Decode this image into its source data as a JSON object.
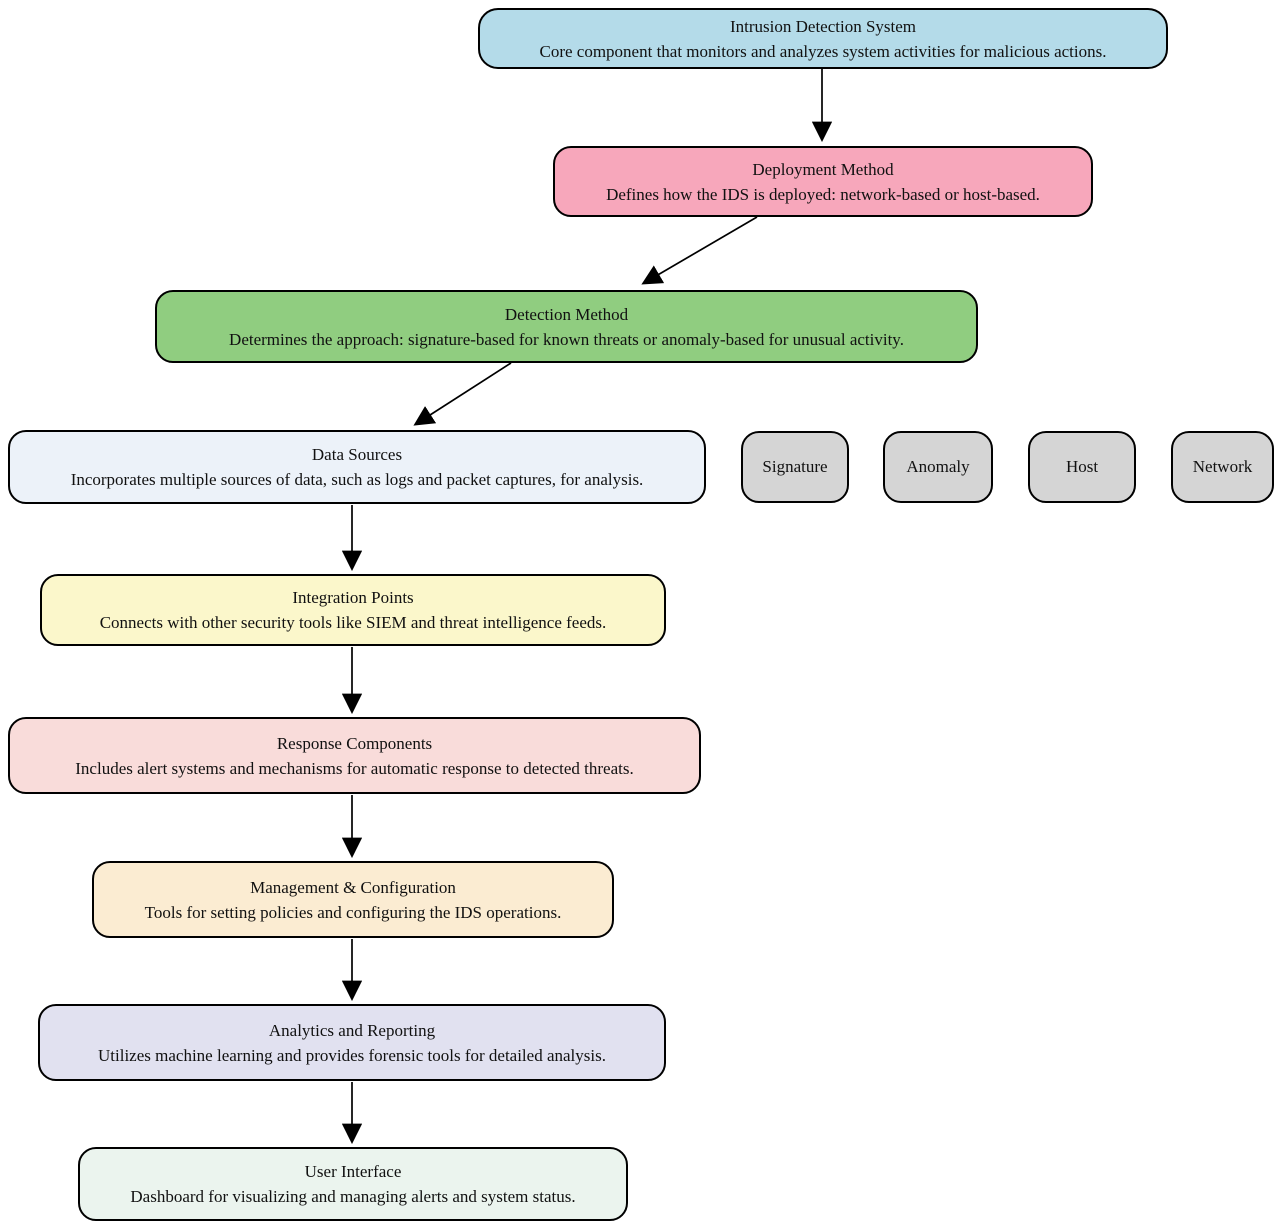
{
  "diagram": {
    "type": "flowchart",
    "stroke_color": "#000000",
    "background_color": "#ffffff",
    "nodes": {
      "ids": {
        "title": "Intrusion Detection System",
        "desc": "Core component that monitors and analyzes system activities for malicious actions.",
        "fill": "#b4dbe9"
      },
      "deployment": {
        "title": "Deployment Method",
        "desc": "Defines how the IDS is deployed: network-based or host-based.",
        "fill": "#f7a7bb"
      },
      "detection": {
        "title": "Detection Method",
        "desc": "Determines the approach: signature-based for known threats or anomaly-based for unusual activity.",
        "fill": "#90cd80"
      },
      "data_sources": {
        "title": "Data Sources",
        "desc": "Incorporates multiple sources of data, such as logs and packet captures, for analysis.",
        "fill": "#ecf2f9"
      },
      "integration": {
        "title": "Integration Points",
        "desc": "Connects with other security tools like SIEM and threat intelligence feeds.",
        "fill": "#fbf7cb"
      },
      "response": {
        "title": "Response Components",
        "desc": "Includes alert systems and mechanisms for automatic response to detected threats.",
        "fill": "#f9dcda"
      },
      "management": {
        "title": "Management & Configuration",
        "desc": "Tools for setting policies and configuring the IDS operations.",
        "fill": "#fbecd2"
      },
      "analytics": {
        "title": "Analytics and Reporting",
        "desc": "Utilizes machine learning and provides forensic tools for detailed analysis.",
        "fill": "#e1e1f0"
      },
      "ui": {
        "title": "User Interface",
        "desc": "Dashboard for visualizing and managing alerts and system status.",
        "fill": "#ebf4ee"
      }
    },
    "leaves": {
      "signature": {
        "label": "Signature",
        "fill": "#d5d5d5"
      },
      "anomaly": {
        "label": "Anomaly",
        "fill": "#d5d5d5"
      },
      "host": {
        "label": "Host",
        "fill": "#d5d5d5"
      },
      "network": {
        "label": "Network",
        "fill": "#d5d5d5"
      }
    },
    "edges": [
      "Intrusion Detection System -> Deployment Method",
      "Deployment Method -> Detection Method",
      "Detection Method -> Data Sources",
      "Data Sources -> Integration Points",
      "Integration Points -> Response Components",
      "Response Components -> Management & Configuration",
      "Management & Configuration -> Analytics and Reporting",
      "Analytics and Reporting -> User Interface"
    ]
  }
}
